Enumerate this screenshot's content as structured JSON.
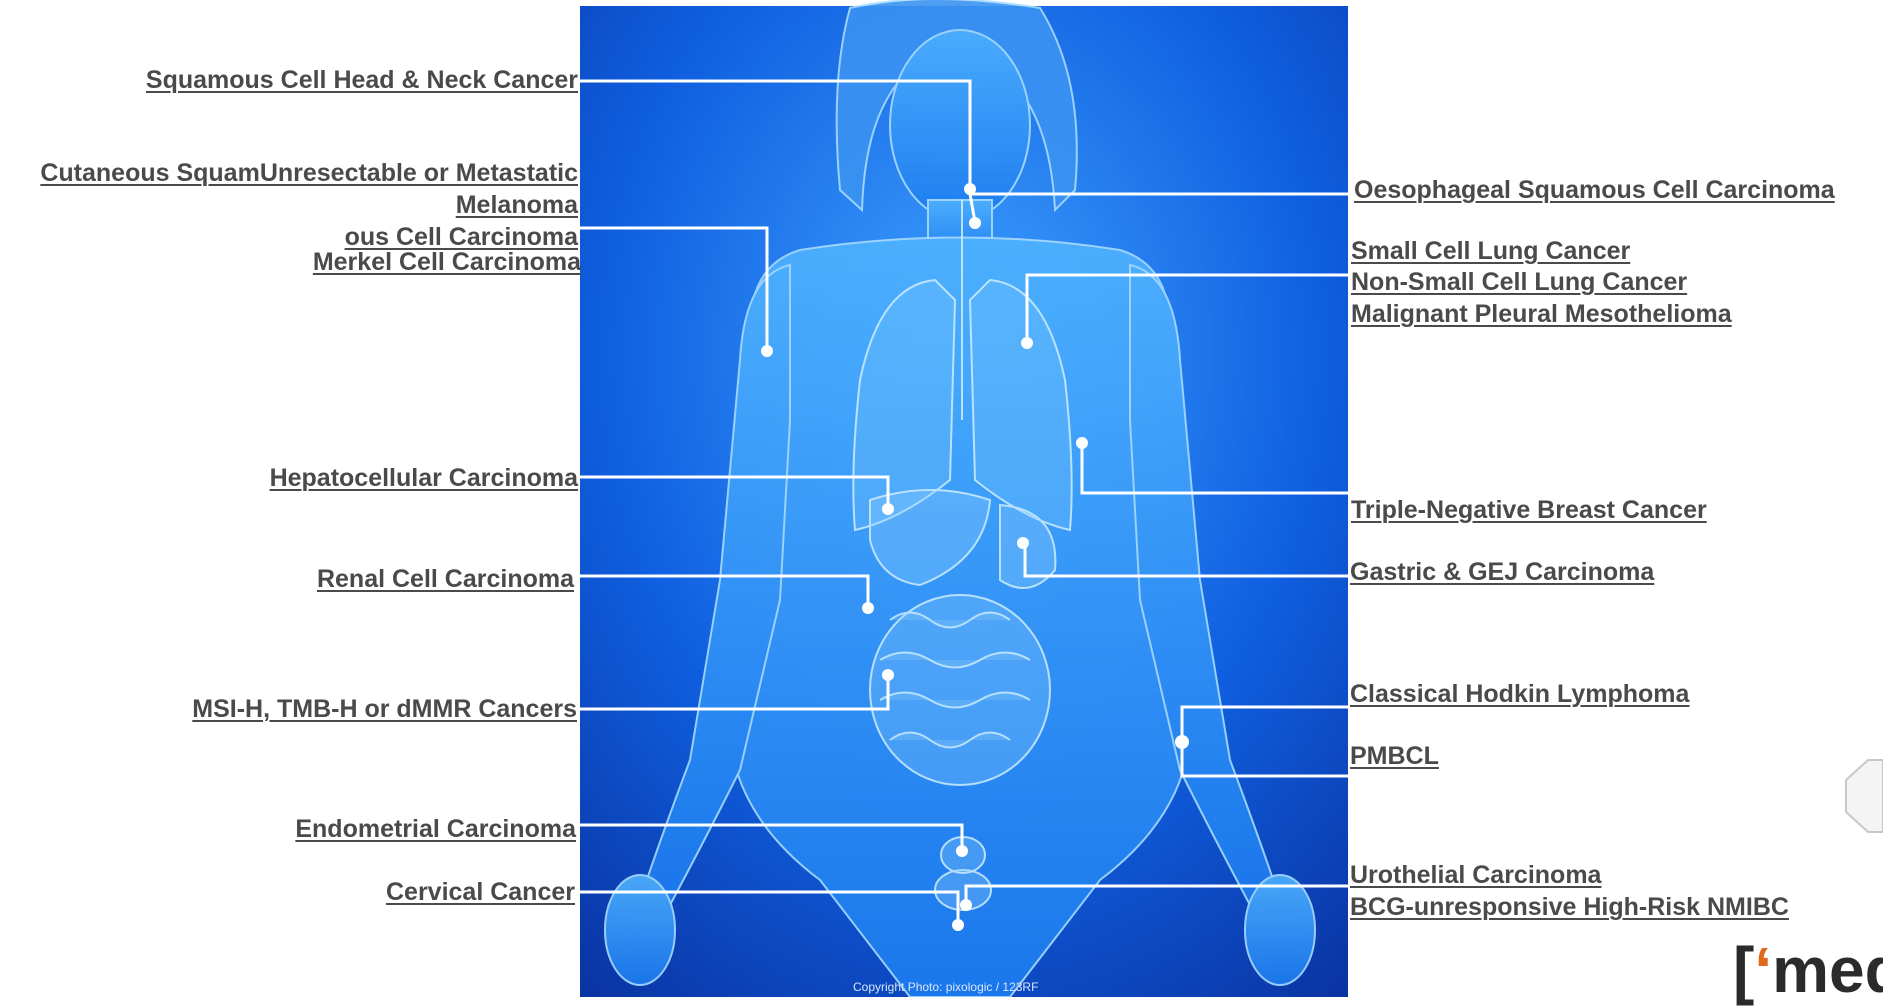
{
  "labels": {
    "head_neck": "Squamous Cell Head & Neck Cancer",
    "cutaneous_line1": "Cutaneous SquamUnresectable or Metastatic",
    "cutaneous_line2": "Melanoma",
    "cutaneous_line3": "ous Cell Carcinoma",
    "merkel": "Merkel Cell Carcinoma",
    "hepatocellular": "Hepatocellular Carcinoma",
    "renal": "Renal Cell Carcinoma",
    "msi": "MSI-H, TMB-H or dMMR Cancers",
    "endometrial": "Endometrial Carcinoma",
    "cervical": "Cervical Cancer",
    "oesophageal": "Oesophageal Squamous Cell Carcinoma",
    "sclc": "Small Cell Lung Cancer",
    "nsclc": "Non-Small Cell Lung Cancer",
    "mesothelioma": "Malignant Pleural Mesothelioma",
    "tnbc": "Triple-Negative Breast Cancer",
    "gastric": "Gastric & GEJ Carcinoma",
    "hodgkin": "Classical Hodkin Lymphoma",
    "pmbcl": "PMBCL",
    "urothelial": "Urothelial Carcinoma",
    "bcg": "BCG-unresponsive High-Risk NMIBC"
  },
  "copyright": "Copyright Photo: pixologic / 123RF",
  "logo": {
    "bracket": "[",
    "quote": "‘",
    "text": "med"
  },
  "colors": {
    "label_text": "#4a4a4a",
    "leader_line": "#ffffff",
    "body_blue": "#1a73f0",
    "accent": "#e06a1c"
  }
}
